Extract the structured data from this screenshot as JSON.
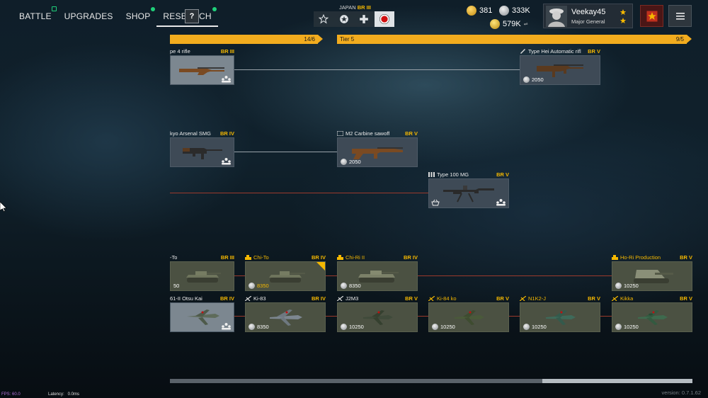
{
  "nav": {
    "items": [
      {
        "label": "BATTLE",
        "badge": "square"
      },
      {
        "label": "UPGRADES",
        "badge": ""
      },
      {
        "label": "SHOP",
        "badge": "dot"
      },
      {
        "label": "RESEARCH",
        "badge": "dot",
        "active": true
      }
    ],
    "help_label": "?"
  },
  "nation": {
    "prefix": "JAPAN",
    "br": "BR III"
  },
  "branches": [
    {
      "icon": "star-outline-icon",
      "active": false
    },
    {
      "icon": "star-circle-icon",
      "active": false
    },
    {
      "icon": "plus-cross-icon",
      "active": false
    },
    {
      "icon": "japan-roundel-icon",
      "active": true
    }
  ],
  "currency": {
    "gold": "381",
    "silver": "333K",
    "xp": "579K",
    "accent_gold": "#f5b800"
  },
  "profile": {
    "name": "Veekay45",
    "rank": "Major General"
  },
  "tiers": [
    {
      "left_label": "",
      "right_label": "14/6"
    },
    {
      "left_label": "Tier 5",
      "right_label": "9/5"
    }
  ],
  "cards": {
    "type4": {
      "name": "pe 4 rifle",
      "br": "BR III",
      "price": ""
    },
    "typehei": {
      "name": "Type Hei Automatic rifl",
      "br": "BR V",
      "price": "2050"
    },
    "kokura": {
      "name": "kyo Arsenal SMG",
      "br": "BR IV",
      "price": ""
    },
    "m2carbine": {
      "name": "M2 Carbine sawoff",
      "br": "BR V",
      "price": "2050"
    },
    "type100": {
      "name": "Type 100 MG",
      "br": "BR V",
      "price": ""
    },
    "chito0": {
      "name": "-To",
      "br": "BR III",
      "price": "50"
    },
    "chito": {
      "name": "Chi-To",
      "br": "BR IV",
      "price": "8350"
    },
    "chiri": {
      "name": "Chi-Ri II",
      "br": "BR IV",
      "price": "8350"
    },
    "hori": {
      "name": "Ho-Ri Production",
      "br": "BR V",
      "price": "10250"
    },
    "ki61": {
      "name": "61-II Otsu Kai",
      "br": "BR IV",
      "price": ""
    },
    "ki83": {
      "name": "Ki-83",
      "br": "BR IV",
      "price": "8350"
    },
    "j2m3": {
      "name": "J2M3",
      "br": "BR V",
      "price": "10250"
    },
    "ki84": {
      "name": "Ki-84 ko",
      "br": "BR V",
      "price": "10250"
    },
    "n1k2": {
      "name": "N1K2-J",
      "br": "BR V",
      "price": "10250"
    },
    "kikka": {
      "name": "Kikka",
      "br": "BR V",
      "price": "10250"
    }
  },
  "footer": {
    "fps": "FPS: 60.0",
    "latency": "Latency:   0.0ms",
    "version": "version: 0.7.1.62"
  }
}
